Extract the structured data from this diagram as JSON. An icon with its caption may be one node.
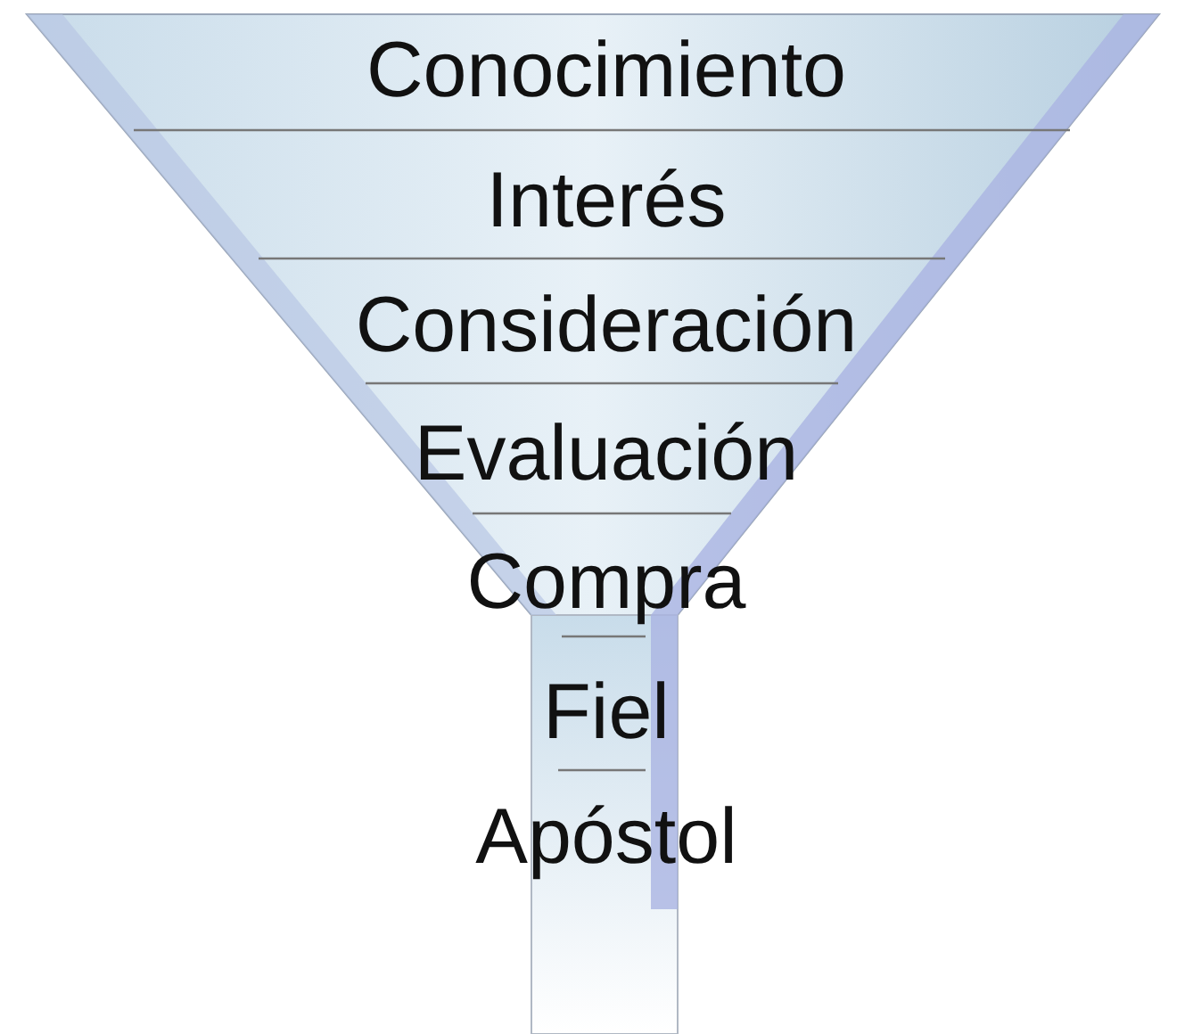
{
  "diagram": {
    "nodes": [
      {
        "text": [
          "Conocimiento"
        ]
      },
      {
        "text": [
          "Interés"
        ]
      },
      {
        "text": [
          "Consideración"
        ]
      },
      {
        "text": [
          "Evaluación"
        ]
      },
      {
        "text": [
          "Compra"
        ]
      },
      {
        "text": [
          "Fiel"
        ]
      },
      {
        "text": [
          "Apóstol"
        ]
      }
    ]
  }
}
